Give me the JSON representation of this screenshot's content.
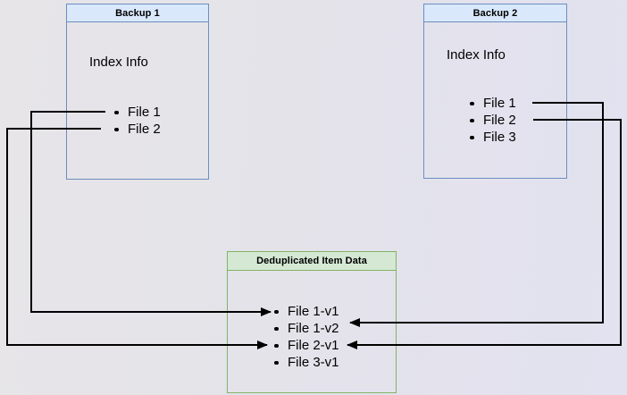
{
  "diagram": {
    "boxes": {
      "backup1": {
        "title": "Backup 1",
        "body_label": "Index Info",
        "items": [
          "File 1",
          "File 2"
        ]
      },
      "backup2": {
        "title": "Backup 2",
        "body_label": "Index Info",
        "items": [
          "File 1",
          "File 2",
          "File 3"
        ]
      },
      "dedup": {
        "title": "Deduplicated Item Data",
        "items": [
          "File 1-v1",
          "File 1-v2",
          "File 2-v1",
          "File 3-v1"
        ]
      }
    },
    "connections": [
      {
        "from": "Backup 1 / File 1",
        "to": "Deduplicated Item Data / File 1-v1"
      },
      {
        "from": "Backup 1 / File 2",
        "to": "Deduplicated Item Data / File 2-v1"
      },
      {
        "from": "Backup 2 / File 1",
        "to": "Deduplicated Item Data / File 1-v2"
      },
      {
        "from": "Backup 2 / File 2",
        "to": "Deduplicated Item Data / File 2-v1"
      }
    ],
    "colors": {
      "backup_box_border": "#6c8ebf",
      "backup_box_title_fill": "#dae8fc",
      "dedup_box_border": "#82b366",
      "dedup_box_title_fill": "#d5e8d4",
      "arrow": "#000000",
      "text": "#000000"
    }
  }
}
